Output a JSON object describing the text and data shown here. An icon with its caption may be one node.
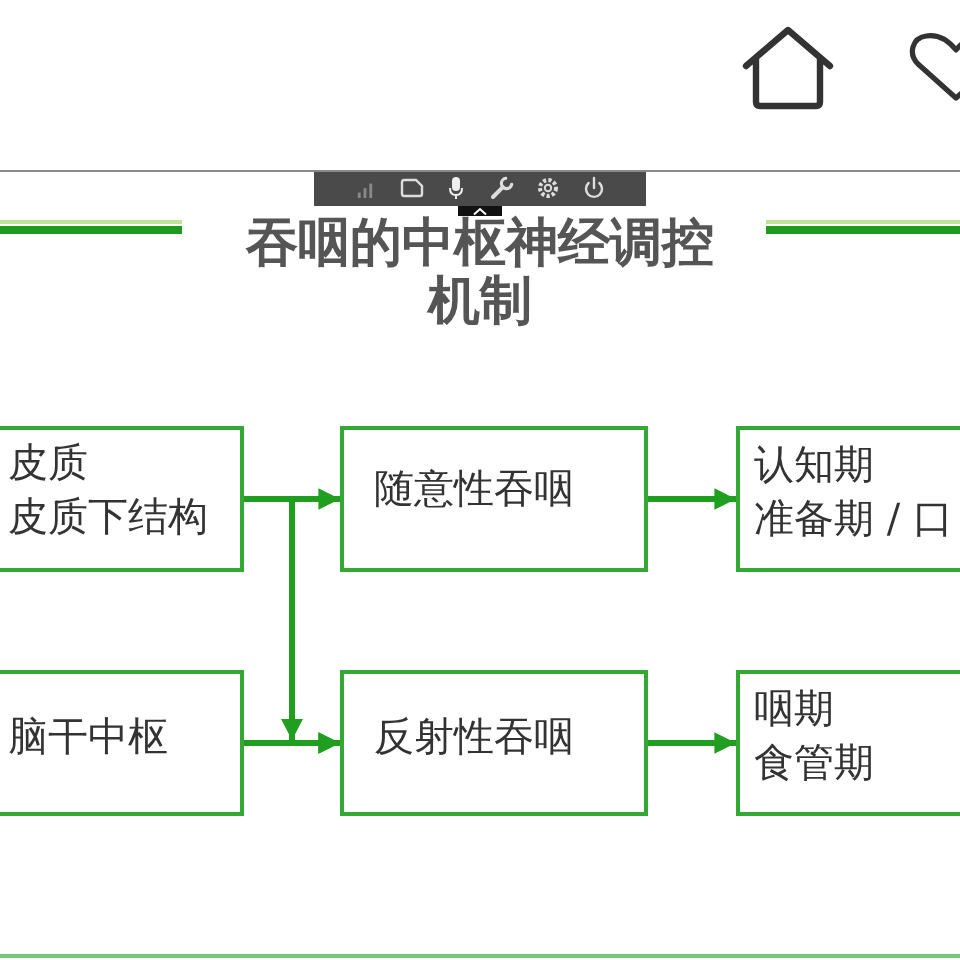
{
  "diagram": {
    "title": "吞咽的中枢神经调控机制",
    "nodes": [
      {
        "text": [
          "皮质",
          "皮质下结构"
        ]
      },
      {
        "text": [
          "随意性吞咽"
        ]
      },
      {
        "text": [
          "认知期",
          "准备期 / 口"
        ]
      },
      {
        "text": [
          "脑干中枢"
        ]
      },
      {
        "text": [
          "反射性吞咽"
        ]
      },
      {
        "text": [
          "咽期",
          "食管期"
        ]
      }
    ],
    "edges": [
      {
        "from": 0,
        "to": 1,
        "arrow": "to"
      },
      {
        "from": 0,
        "to": 4,
        "arrow": "to"
      },
      {
        "from": 3,
        "to": 4,
        "arrow": "to"
      },
      {
        "from": 1,
        "to": 2,
        "arrow": "to"
      },
      {
        "from": 4,
        "to": 5,
        "arrow": "to"
      }
    ]
  }
}
